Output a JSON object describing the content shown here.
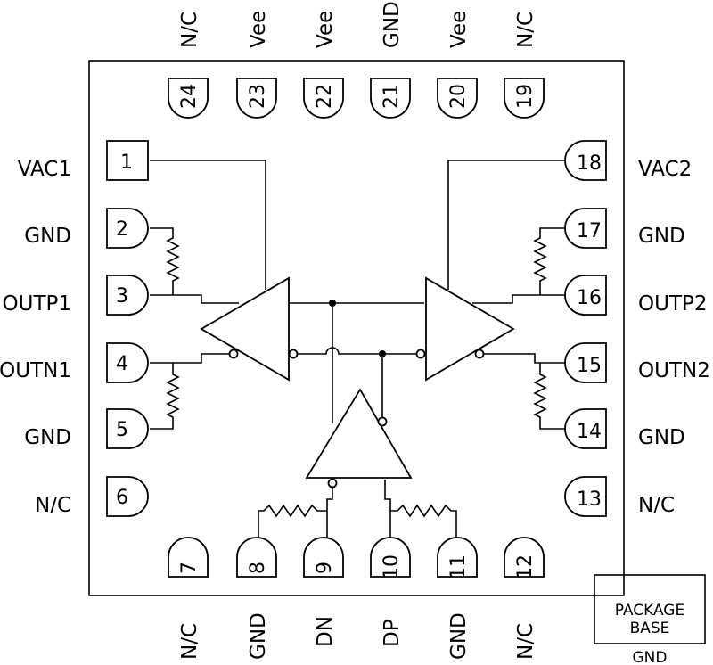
{
  "pins": [
    {
      "num": "1",
      "label": "VAC1"
    },
    {
      "num": "2",
      "label": "GND"
    },
    {
      "num": "3",
      "label": "OUTP1"
    },
    {
      "num": "4",
      "label": "OUTN1"
    },
    {
      "num": "5",
      "label": "GND"
    },
    {
      "num": "6",
      "label": "N/C"
    },
    {
      "num": "7",
      "label": "N/C"
    },
    {
      "num": "8",
      "label": "GND"
    },
    {
      "num": "9",
      "label": "DN"
    },
    {
      "num": "10",
      "label": "DP"
    },
    {
      "num": "11",
      "label": "GND"
    },
    {
      "num": "12",
      "label": "N/C"
    },
    {
      "num": "13",
      "label": "N/C"
    },
    {
      "num": "14",
      "label": "GND"
    },
    {
      "num": "15",
      "label": "OUTN2"
    },
    {
      "num": "16",
      "label": "OUTP2"
    },
    {
      "num": "17",
      "label": "GND"
    },
    {
      "num": "18",
      "label": "VAC2"
    },
    {
      "num": "19",
      "label": "N/C"
    },
    {
      "num": "20",
      "label": "Vee"
    },
    {
      "num": "21",
      "label": "GND"
    },
    {
      "num": "22",
      "label": "Vee"
    },
    {
      "num": "23",
      "label": "Vee"
    },
    {
      "num": "24",
      "label": "N/C"
    }
  ],
  "package_base": {
    "title_line1": "PACKAGE",
    "title_line2": "BASE",
    "label": "GND"
  }
}
